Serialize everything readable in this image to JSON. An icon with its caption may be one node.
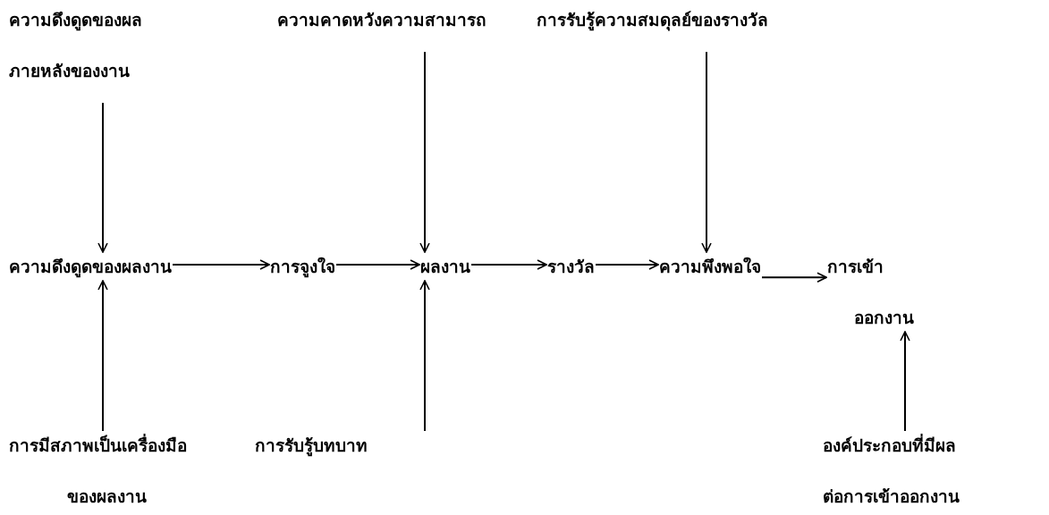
{
  "diagram": {
    "nodes": [
      {
        "text": [
          "ความดึงดูดของผลภายหลังของงาน"
        ]
      },
      {
        "text": [
          "ความคาดหวังความสามารถ"
        ]
      },
      {
        "text": [
          "การรับรู้ความสมดุลย์ของรางวัล"
        ]
      },
      {
        "text": [
          "ความดึงดูดของผลงาน"
        ]
      },
      {
        "text": [
          "การจูงใจ"
        ]
      },
      {
        "text": [
          "ผลงาน"
        ]
      },
      {
        "text": [
          "รางวัล"
        ]
      },
      {
        "text": [
          "ความพึงพอใจ"
        ]
      },
      {
        "text": [
          "การเข้าออกงาน"
        ]
      },
      {
        "text": [
          "การมีสภาพเป็นเครื่องมือของผลงาน"
        ]
      },
      {
        "text": [
          "การรับรู้บทบาท"
        ]
      },
      {
        "text": [
          "องค์ประกอบที่มีผลต่อการเข้าออกงาน"
        ]
      }
    ],
    "edges": [
      {
        "from": 0,
        "to": 3,
        "arrow": "to"
      },
      {
        "from": 1,
        "to": 5,
        "arrow": "to"
      },
      {
        "from": 2,
        "to": 7,
        "arrow": "to"
      },
      {
        "from": 3,
        "to": 4,
        "arrow": "to"
      },
      {
        "from": 4,
        "to": 5,
        "arrow": "to"
      },
      {
        "from": 5,
        "to": 6,
        "arrow": "to"
      },
      {
        "from": 6,
        "to": 7,
        "arrow": "to"
      },
      {
        "from": 7,
        "to": 8,
        "arrow": "to"
      },
      {
        "from": 9,
        "to": 3,
        "arrow": "to"
      },
      {
        "from": 10,
        "to": 5,
        "arrow": "to"
      },
      {
        "from": 11,
        "to": 8,
        "arrow": "to"
      }
    ]
  }
}
